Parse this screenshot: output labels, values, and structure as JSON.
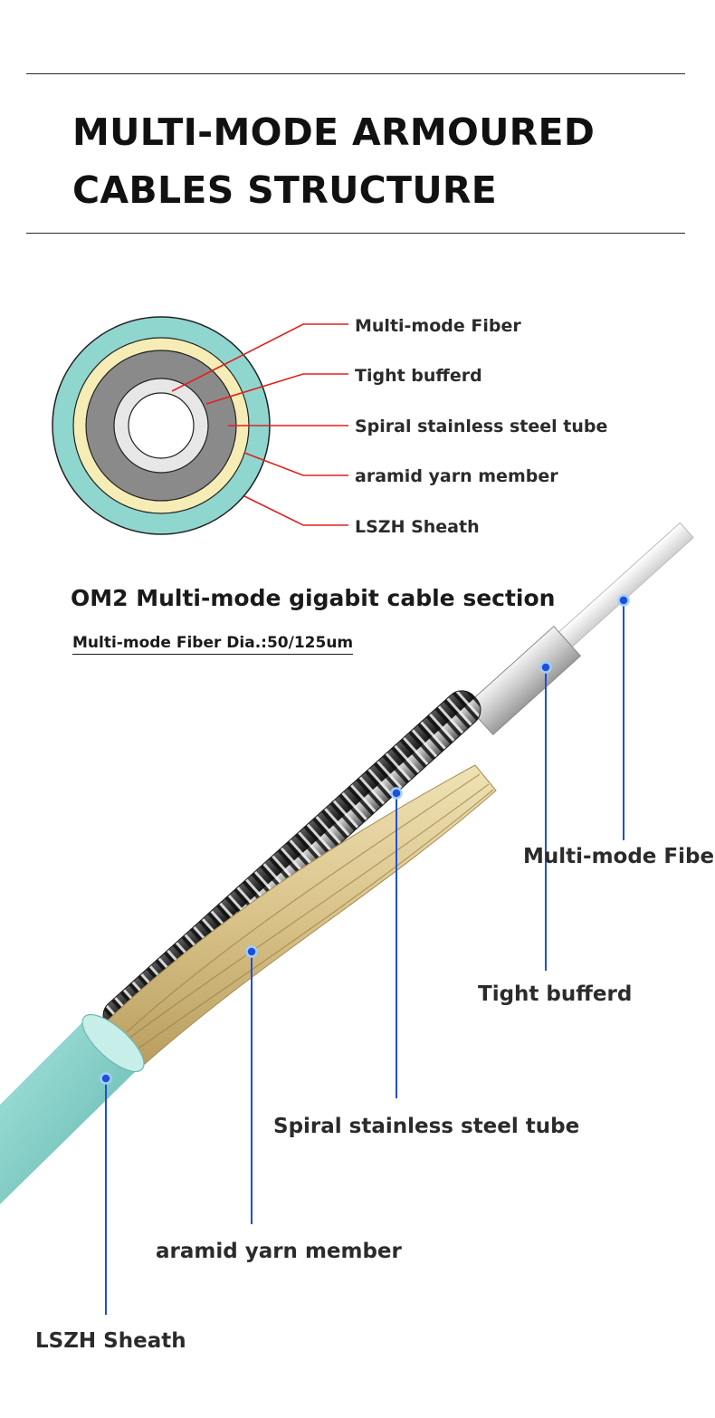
{
  "header": {
    "title_line_1": "MULTI-MODE ARMOURED",
    "title_line_2": "CABLES STRUCTURE"
  },
  "cross_section": {
    "labels": [
      "Multi-mode Fiber",
      "Tight bufferd",
      "Spiral stainless steel tube",
      "aramid yarn member",
      "LSZH Sheath"
    ]
  },
  "section": {
    "title": "OM2 Multi-mode gigabit cable section",
    "subtitle": "Multi-mode Fiber Dia.:50/125um"
  },
  "cable_side": {
    "labels": [
      "Multi-mode Fiber",
      "Tight bufferd",
      "Spiral stainless steel tube",
      "aramid yarn member",
      "LSZH Sheath"
    ]
  },
  "colors": {
    "leader_red": "#e0201e",
    "leader_blue": "#1f4fd6",
    "sheath": "#8fd6cf",
    "aramid_ring": "#f6edb6",
    "steel_tube": "#8a8a8a",
    "buffer": "#e7e7e7",
    "fiber": "#ffffff"
  }
}
